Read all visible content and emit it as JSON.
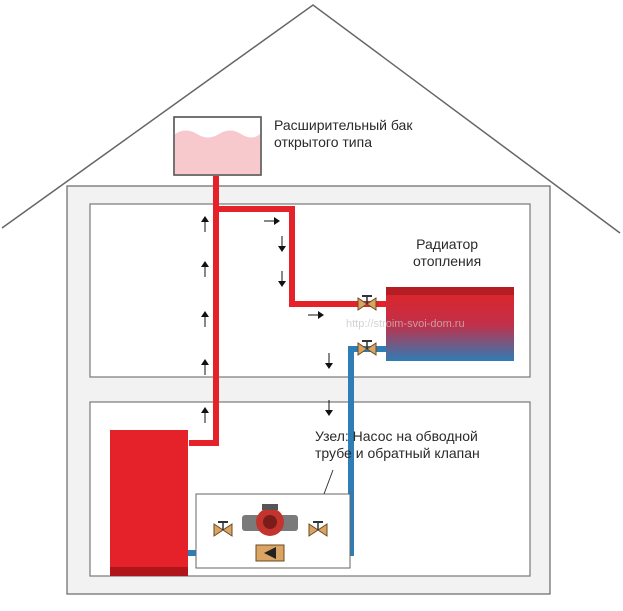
{
  "labels": {
    "tank_line1": "Расширительный бак",
    "tank_line2": "открытого типа",
    "radiator_line1": "Радиатор",
    "radiator_line2": "отопления",
    "node_line1": "Узел: Насос на обводной",
    "node_line2": "трубе и обратный клапан"
  },
  "watermark": "http://stroim-svoi-dom.ru",
  "colors": {
    "supply_pipe": "#e52229",
    "return_pipe": "#2e7db5",
    "boiler": "#e52229",
    "tank_water": "#f7c9cc",
    "house_wall": "#f2f2f2",
    "outline": "#555555"
  },
  "icons": {
    "tank": "expansion-tank-icon",
    "radiator": "radiator-icon",
    "boiler": "boiler-icon",
    "pump": "circulation-pump-icon",
    "valve": "ball-valve-icon",
    "check_valve": "check-valve-icon",
    "arrow": "flow-arrow-icon"
  }
}
